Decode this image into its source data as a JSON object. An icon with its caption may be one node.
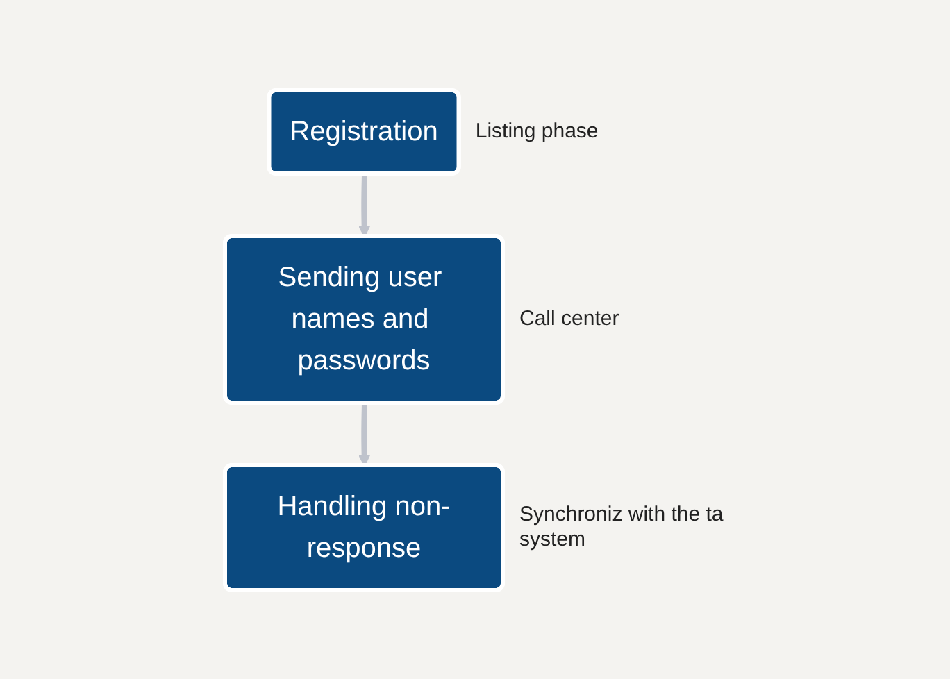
{
  "diagram": {
    "nodes": [
      {
        "text": [
          "Registration"
        ],
        "beside": [
          "Listing phase"
        ]
      },
      {
        "text": [
          "Sending user names and passwords"
        ],
        "beside": [
          "Call center"
        ]
      },
      {
        "text": [
          "Handling non-response"
        ],
        "beside": [
          "Synchroniz with the ta system"
        ]
      }
    ],
    "edges": [
      {
        "from": 0,
        "to": 1,
        "arrow": "to"
      },
      {
        "from": 1,
        "to": 2,
        "arrow": "to"
      }
    ]
  }
}
